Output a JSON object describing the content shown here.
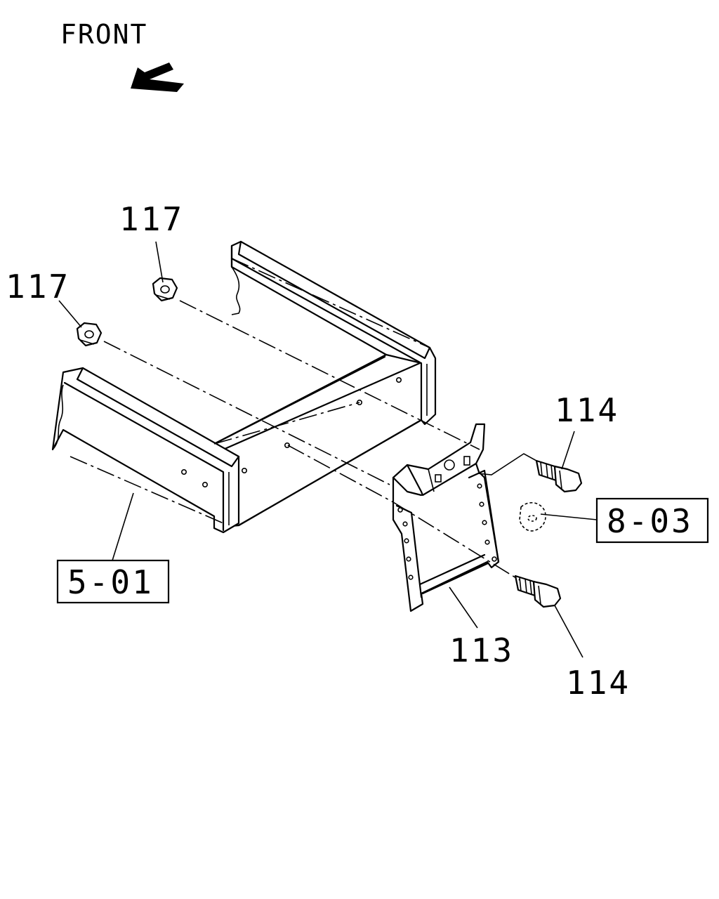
{
  "direction": {
    "text": "FRONT",
    "arrow_icon": "front-arrow-icon"
  },
  "callouts": {
    "nut_117_upper": "117",
    "nut_117_left": "117",
    "bolt_114_upper": "114",
    "bolt_114_lower": "114",
    "bracket_113": "113"
  },
  "references": {
    "ref_8_03": "8-03",
    "ref_5_01": "5-01"
  },
  "colors": {
    "line": "#000000",
    "background": "#ffffff"
  }
}
